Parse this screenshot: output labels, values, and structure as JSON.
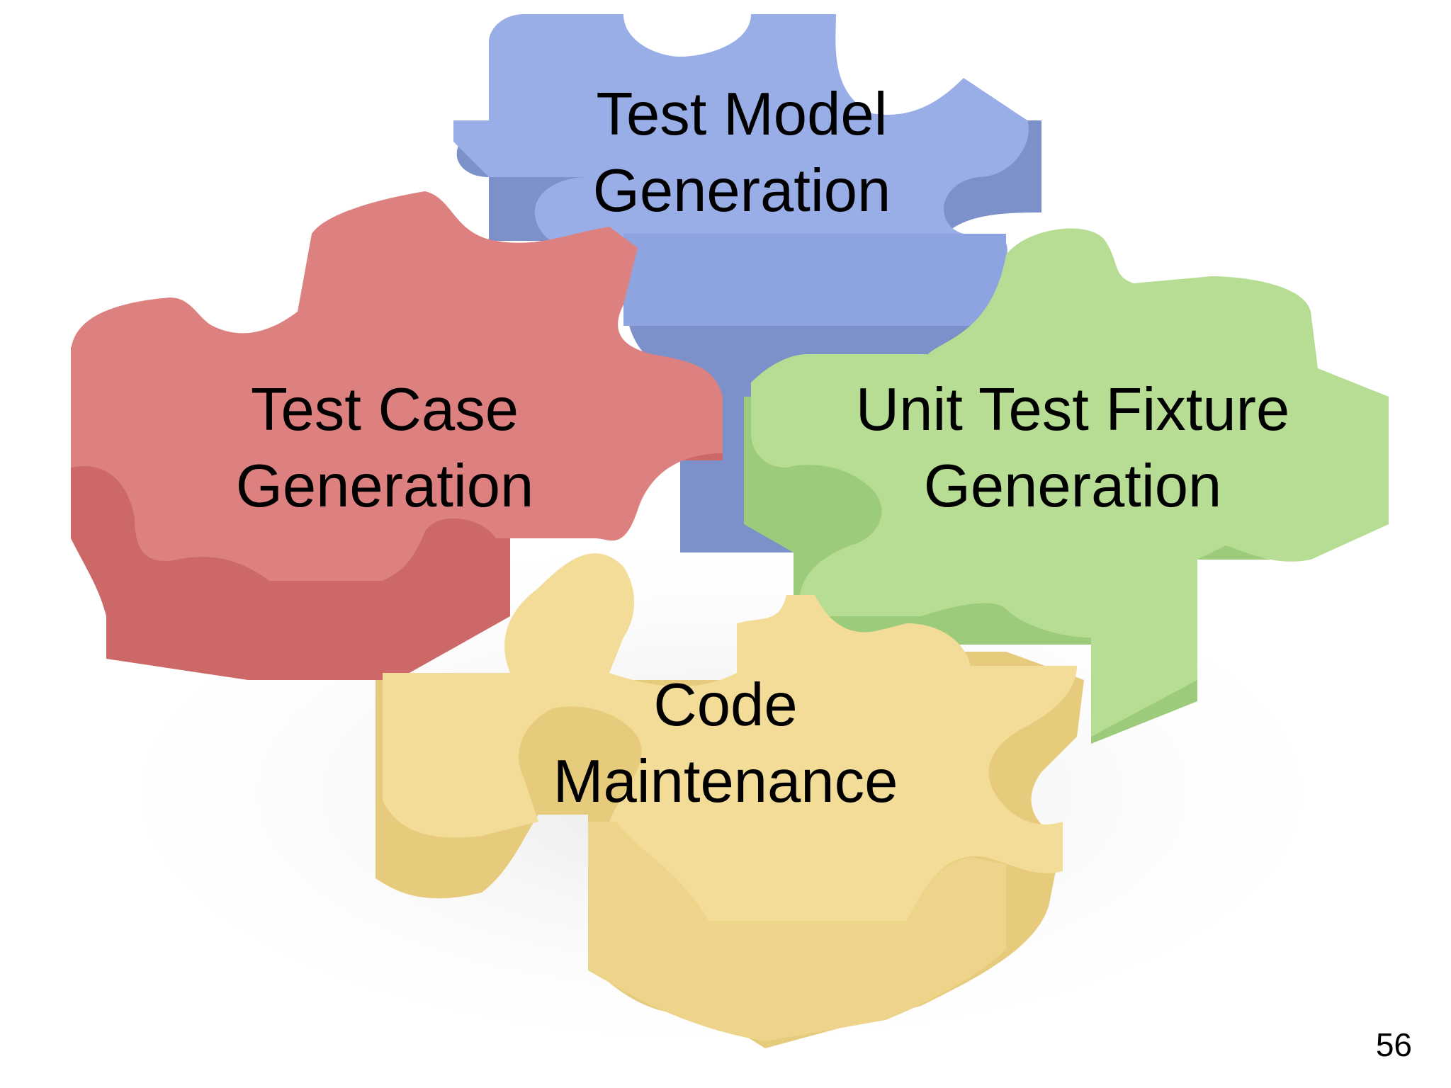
{
  "slide": {
    "page_number": "56",
    "pieces": [
      {
        "id": "test-model",
        "color": "#8aa3e3",
        "lines": [
          "Test Model",
          "Generation"
        ]
      },
      {
        "id": "test-case",
        "color": "#d9706f",
        "lines": [
          "Test Case",
          "Generation"
        ]
      },
      {
        "id": "unit-test",
        "color": "#aed884",
        "lines": [
          "Unit Test Fixture",
          "Generation"
        ]
      },
      {
        "id": "code-maint",
        "color": "#f2d88a",
        "lines": [
          "Code",
          "Maintenance"
        ]
      }
    ]
  }
}
